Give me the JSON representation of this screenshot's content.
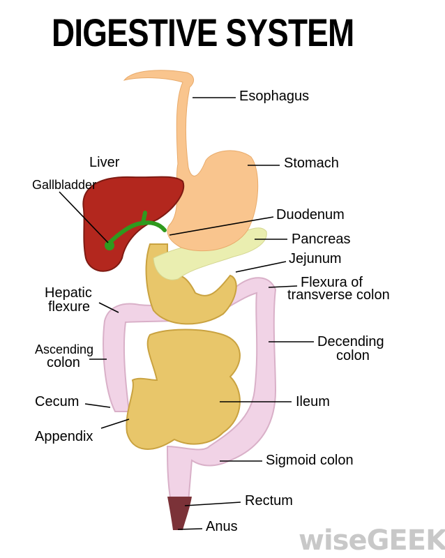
{
  "title": "DIGESTIVE SYSTEM",
  "labels": {
    "esophagus": "Esophagus",
    "stomach": "Stomach",
    "liver": "Liver",
    "gallbladder": "Gallbladder",
    "duodenum": "Duodenum",
    "pancreas": "Pancreas",
    "jejunum": "Jejunum",
    "flexura_1": "Flexura of",
    "flexura_2": "transverse colon",
    "hepatic_1": "Hepatic",
    "hepatic_2": "flexure",
    "ascending_1": "Ascending",
    "ascending_2": "colon",
    "decending_1": "Decending",
    "decending_2": "colon",
    "cecum": "Cecum",
    "ileum": "Ileum",
    "appendix": "Appendix",
    "sigmoid": "Sigmoid colon",
    "rectum": "Rectum",
    "anus": "Anus"
  },
  "watermark": "wiseGEEK",
  "colors": {
    "esophagus": "#f9c58e",
    "liver": "#b3271e",
    "gallbladder": "#2f9a1e",
    "pancreas": "#eaeeb0",
    "intestine": "#e8c66a",
    "colon": "#f1d3e6",
    "rectum": "#7b3238"
  }
}
